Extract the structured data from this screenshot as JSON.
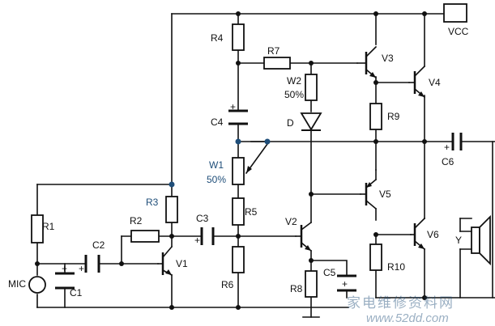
{
  "labels": {
    "vcc": "VCC",
    "r1": "R1",
    "r2": "R2",
    "r3": "R3",
    "r4": "R4",
    "r5": "R5",
    "r6": "R6",
    "r7": "R7",
    "r8": "R8",
    "r9": "R9",
    "r10": "R10",
    "w1": "W1",
    "w1_value": "50%",
    "w2": "W2",
    "w2_value": "50%",
    "c1": "C1",
    "c2": "C2",
    "c3": "C3",
    "c4": "C4",
    "c5": "C5",
    "c6": "C6",
    "v1": "V1",
    "v2": "V2",
    "v3": "V3",
    "v4": "V4",
    "v5": "V5",
    "v6": "V6",
    "d": "D",
    "mic": "MIC",
    "y": "Y",
    "plus": "+"
  },
  "watermark": {
    "text_cn": "家电维修资料网",
    "text_url": "www.52dd.com"
  }
}
